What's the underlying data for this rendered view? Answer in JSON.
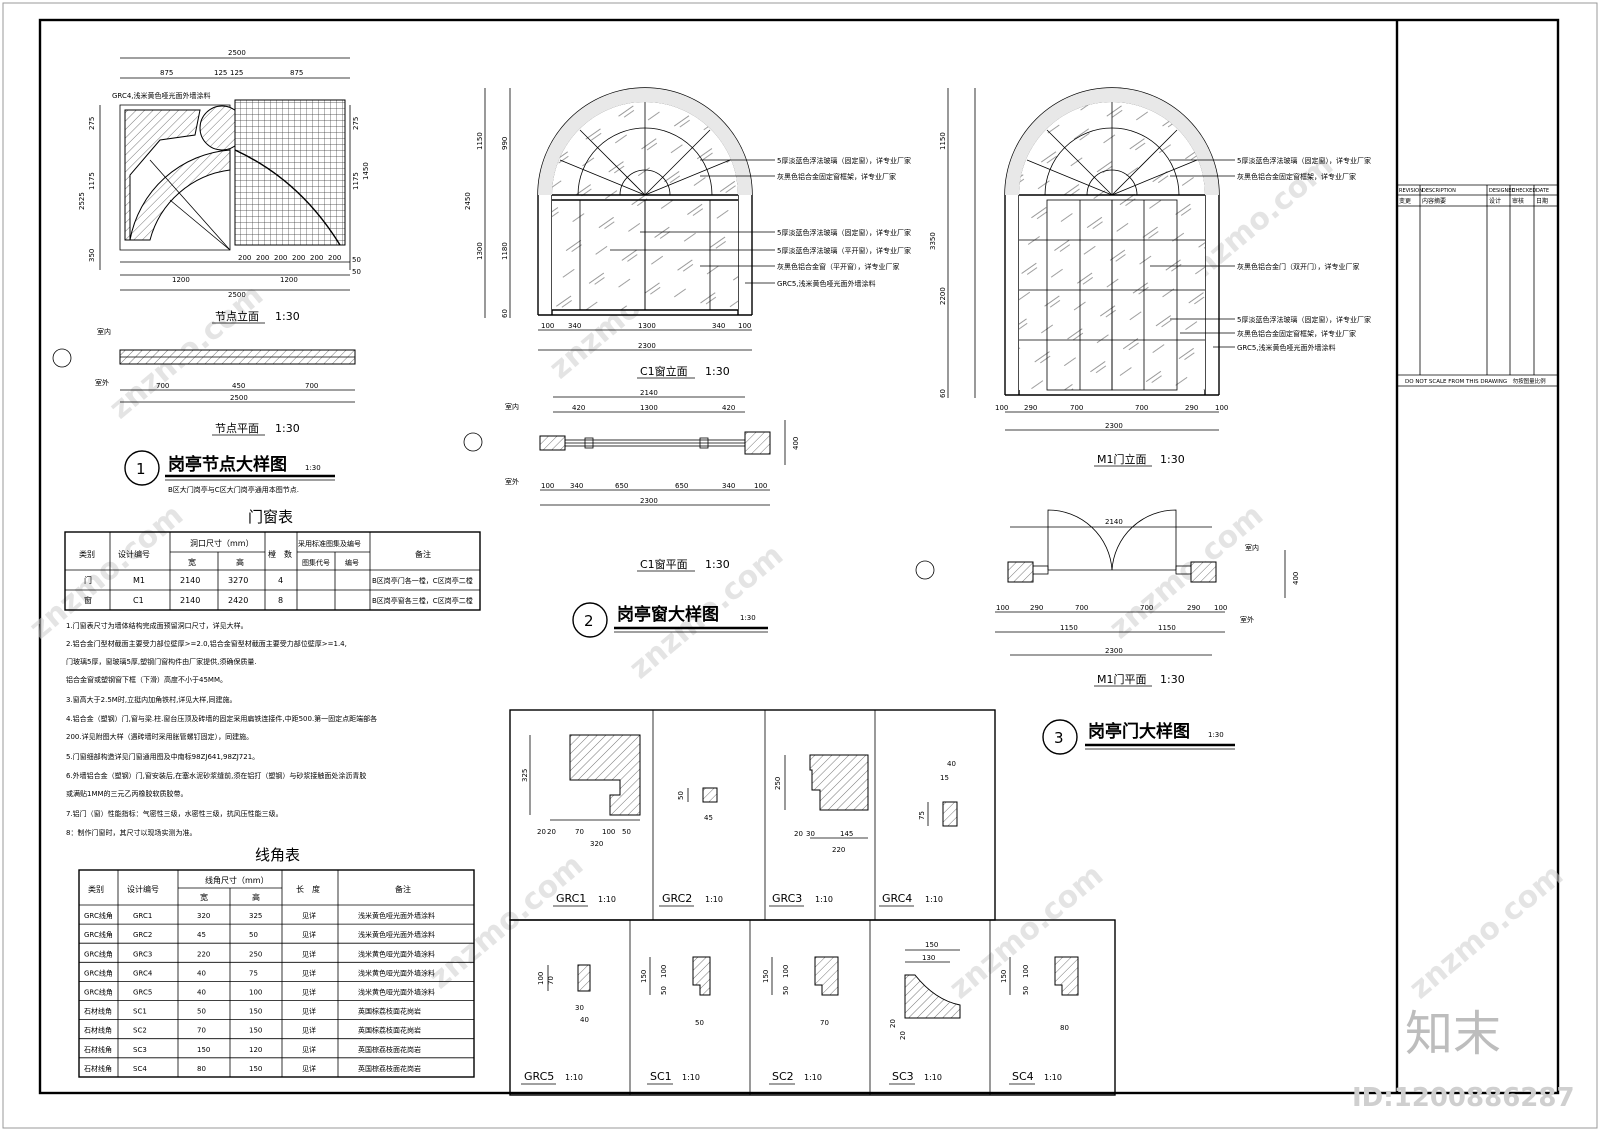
{
  "detail1": {
    "elev_title": "节点立面",
    "elev_scale": "1:30",
    "plan_title": "节点平面",
    "plan_scale": "1:30",
    "circle_no": "1",
    "title": "岗亭节点大样图",
    "scale": "1:30",
    "note": "B区大门岗亭与C区大门岗亭通用本图节点.",
    "grc_label": "GRC4,浅米黄色哑光面外墙涂料",
    "room_in": "室内",
    "room_out": "室外",
    "dims_top": [
      "2500",
      "875",
      "125",
      "125",
      "875"
    ],
    "dims_bottom": [
      "1200",
      "1200",
      "2500"
    ],
    "dims_grid": [
      "200",
      "200",
      "200",
      "200",
      "200",
      "200"
    ],
    "dims_plan": [
      "700",
      "450",
      "700",
      "2500"
    ],
    "dims_left": [
      "275",
      "1175",
      "2525",
      "350"
    ],
    "dims_right": [
      "275",
      "1175",
      "1450",
      "50",
      "50"
    ]
  },
  "detail2": {
    "elev_title": "C1窗立面",
    "elev_scale": "1:30",
    "plan_title": "C1窗平面",
    "plan_scale": "1:30",
    "circle_no": "2",
    "title": "岗亭窗大样图",
    "scale": "1:30",
    "labels": [
      "5厚淡蓝色浮法玻璃（固定窗），详专业厂家",
      "灰黑色铝合金固定窗框架，详专业厂家",
      "5厚淡蓝色浮法玻璃（固定窗），详专业厂家",
      "5厚淡蓝色浮法玻璃（平开窗），详专业厂家",
      "灰黑色铝合金窗（平开窗），详专业厂家",
      "GRC5,浅米黄色哑光面外墙涂料"
    ],
    "dims_h": [
      "100",
      "340",
      "1300",
      "340",
      "100",
      "2300"
    ],
    "dims_plan": [
      "2140",
      "420",
      "1300",
      "420",
      "100",
      "340",
      "650",
      "650",
      "340",
      "100",
      "2300"
    ],
    "dims_v": [
      "1150",
      "990",
      "2450",
      "1300",
      "1180",
      "60"
    ],
    "room_in": "室内",
    "room_out": "室外"
  },
  "detail3": {
    "elev_title": "M1门立面",
    "elev_scale": "1:30",
    "plan_title": "M1门平面",
    "plan_scale": "1:30",
    "circle_no": "3",
    "title": "岗亭门大样图",
    "scale": "1:30",
    "labels": [
      "5厚淡蓝色浮法玻璃（固定窗），详专业厂家",
      "灰黑色铝合金固定窗框架，详专业厂家",
      "灰黑色铝合金门（双开门），详专业厂家",
      "5厚淡蓝色浮法玻璃（固定窗），详专业厂家",
      "灰黑色铝合金固定窗框架，详专业厂家",
      "GRC5,浅米黄色哑光面外墙涂料"
    ],
    "dims_h": [
      "100",
      "290",
      "700",
      "700",
      "290",
      "100",
      "2300"
    ],
    "dims_plan": [
      "2140",
      "100",
      "290",
      "700",
      "700",
      "290",
      "100",
      "1150",
      "1150",
      "2300"
    ],
    "dims_v": [
      "1150",
      "3350",
      "2200",
      "60"
    ],
    "room_in": "室内",
    "room_out": "室外"
  },
  "door_table": {
    "title": "门窗表",
    "h_type": "类别",
    "h_code": "设计编号",
    "h_size": "洞口尺寸（mm）",
    "h_w": "宽",
    "h_h": "高",
    "h_count": "樘　数",
    "h_std": "采用标准图集及编号",
    "h_std_code": "图集代号",
    "h_std_no": "编号",
    "h_note": "备注",
    "rows": [
      {
        "type": "门",
        "code": "M1",
        "w": "2140",
        "h": "3270",
        "count": "4",
        "note": "B区岗亭门各一樘，C区岗亭二樘"
      },
      {
        "type": "窗",
        "code": "C1",
        "w": "2140",
        "h": "2420",
        "count": "8",
        "note": "B区岗亭窗各三樘，C区岗亭二樘"
      }
    ]
  },
  "notes": [
    "1.门窗表尺寸为墙体结构完成面预留洞口尺寸，详见大样。",
    "2.铝合金门型材截面主要受力部位壁厚>=2.0,铝合金窗型材截面主要受力部位壁厚>=1.4,",
    "  门玻璃5厚，窗玻璃5厚,塑钢门窗构件由厂家提供,须确保质量.",
    "  铝合金窗或塑钢窗下框（下滑）高度不小于45MM。",
    "3.窗高大于2.5M时,立挺内加角铁村,详见大样,同建施。",
    "4.铝合金（塑钢）门,窗与梁.柱.窗台压顶及砖墙的固定采用扁铁连接件,中距500.第一固定点距端部各",
    "  200.详见附图大样（遇砖墙时采用胀管螺钉固定），同建施。",
    "5.门窗细部构造详见门窗通用图及中南标98ZJ641,98ZJ721。",
    "6.外墙铝合金（塑钢）门,窗安装后,在塞水泥砂浆缝前,须在铝打（塑钢）与砂浆接触面处涂沥青胶",
    "  或满贴1MM的三元乙丙橡胶软质胶带。",
    "7.铝门（窗）性能指标：气密性三级，水密性三级，抗风压性能三级。",
    "8：制作门窗时，其尺寸以现场实测为准。"
  ],
  "trim_table": {
    "title": "线角表",
    "h_type": "类别",
    "h_code": "设计编号",
    "h_size": "线角尺寸（mm）",
    "h_w": "宽",
    "h_h": "高",
    "h_len": "长　度",
    "h_note": "备注",
    "rows": [
      {
        "type": "GRC线角",
        "code": "GRC1",
        "w": "320",
        "h": "325",
        "len": "见详",
        "note": "浅米黄色哑光面外墙涂料"
      },
      {
        "type": "GRC线角",
        "code": "GRC2",
        "w": "45",
        "h": "50",
        "len": "见详",
        "note": "浅米黄色哑光面外墙涂料"
      },
      {
        "type": "GRC线角",
        "code": "GRC3",
        "w": "220",
        "h": "250",
        "len": "见详",
        "note": "浅米黄色哑光面外墙涂料"
      },
      {
        "type": "GRC线角",
        "code": "GRC4",
        "w": "40",
        "h": "75",
        "len": "见详",
        "note": "浅米黄色哑光面外墙涂料"
      },
      {
        "type": "GRC线角",
        "code": "GRC5",
        "w": "40",
        "h": "100",
        "len": "见详",
        "note": "浅米黄色哑光面外墙涂料"
      },
      {
        "type": "石材线角",
        "code": "SC1",
        "w": "50",
        "h": "150",
        "len": "见详",
        "note": "英国棕荔枝面花岗岩"
      },
      {
        "type": "石材线角",
        "code": "SC2",
        "w": "70",
        "h": "150",
        "len": "见详",
        "note": "英国棕荔枝面花岗岩"
      },
      {
        "type": "石材线角",
        "code": "SC3",
        "w": "150",
        "h": "120",
        "len": "见详",
        "note": "英国棕荔枝面花岗岩"
      },
      {
        "type": "石材线角",
        "code": "SC4",
        "w": "80",
        "h": "150",
        "len": "见详",
        "note": "英国棕荔枝面花岗岩"
      }
    ]
  },
  "profiles": [
    {
      "name": "GRC1",
      "scale": "1:10",
      "dims": [
        "325",
        "320",
        "20",
        "70",
        "100",
        "50",
        "20"
      ]
    },
    {
      "name": "GRC2",
      "scale": "1:10",
      "dims": [
        "50",
        "45"
      ]
    },
    {
      "name": "GRC3",
      "scale": "1:10",
      "dims": [
        "250",
        "145",
        "220",
        "30",
        "20"
      ]
    },
    {
      "name": "GRC4",
      "scale": "1:10",
      "dims": [
        "40",
        "75",
        "15"
      ]
    },
    {
      "name": "GRC5",
      "scale": "1:10",
      "dims": [
        "100",
        "70",
        "30",
        "40"
      ]
    },
    {
      "name": "SC1",
      "scale": "1:10",
      "dims": [
        "150",
        "100",
        "50",
        "50"
      ]
    },
    {
      "name": "SC2",
      "scale": "1:10",
      "dims": [
        "150",
        "100",
        "50",
        "70"
      ]
    },
    {
      "name": "SC3",
      "scale": "1:10",
      "dims": [
        "150",
        "130",
        "20",
        "20"
      ]
    },
    {
      "name": "SC4",
      "scale": "1:10",
      "dims": [
        "150",
        "100",
        "50",
        "80"
      ]
    }
  ],
  "title_block": {
    "revision": "REVISION",
    "revision_cn": "变更",
    "description": "DESCRIPTION",
    "description_cn": "内容摘要",
    "designed": "DESIGNED",
    "designed_cn": "设计",
    "checked": "CHECKED",
    "checked_cn": "审核",
    "date": "DATE",
    "date_cn": "日期",
    "do_not_scale": "DO NOT SCALE FROM THIS DRAWING　勿按图量比例"
  },
  "watermark": {
    "text": "znzmo.com",
    "brand": "知末",
    "id": "ID:1200886287"
  }
}
